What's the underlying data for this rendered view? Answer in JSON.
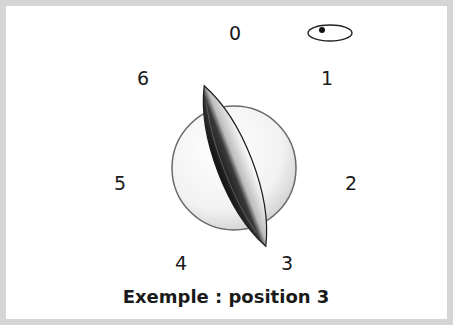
{
  "diagram": {
    "caption": "Exemple : position 3",
    "labels": [
      "0",
      "1",
      "2",
      "3",
      "4",
      "5",
      "6"
    ]
  }
}
